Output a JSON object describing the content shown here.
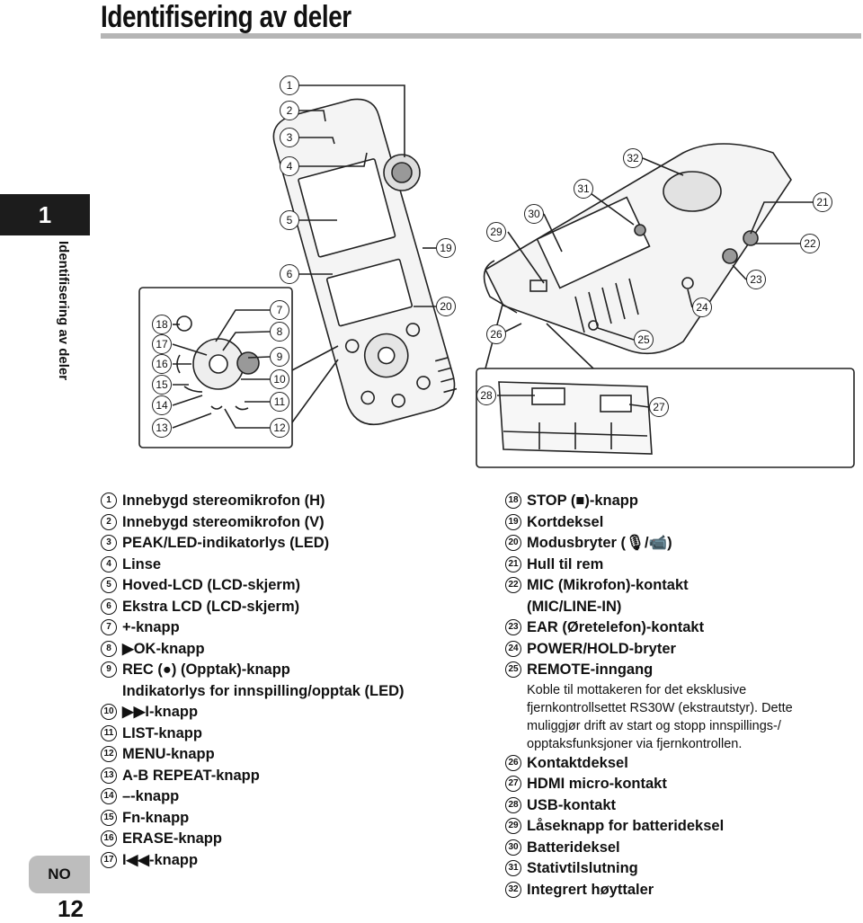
{
  "header": {
    "title": "Identifisering av deler"
  },
  "sidebar": {
    "chapter": "1",
    "chapter_title": "Identifisering av deler",
    "lang": "NO",
    "page": "12"
  },
  "callouts": [
    "1",
    "2",
    "3",
    "4",
    "5",
    "6",
    "7",
    "8",
    "9",
    "10",
    "11",
    "12",
    "13",
    "14",
    "15",
    "16",
    "17",
    "18",
    "19",
    "20",
    "21",
    "22",
    "23",
    "24",
    "25",
    "26",
    "27",
    "28",
    "29",
    "30",
    "31",
    "32"
  ],
  "parts_left": [
    {
      "num": "1",
      "label": "Innebygd stereomikrofon (H)"
    },
    {
      "num": "2",
      "label": "Innebygd stereomikrofon (V)"
    },
    {
      "num": "3",
      "label": "PEAK/LED-indikatorlys (LED)"
    },
    {
      "num": "4",
      "label": "Linse"
    },
    {
      "num": "5",
      "label": "Hoved-LCD (LCD-skjerm)"
    },
    {
      "num": "6",
      "label": "Ekstra LCD (LCD-skjerm)"
    },
    {
      "num": "7",
      "label": "+-knapp"
    },
    {
      "num": "8",
      "label": "▶OK-knapp"
    },
    {
      "num": "9",
      "label": "REC (●) (Opptak)-knapp"
    },
    {
      "num": "9b",
      "label": "Indikatorlys for innspilling/opptak (LED)"
    },
    {
      "num": "10",
      "label": "▶▶I-knapp"
    },
    {
      "num": "11",
      "label": "LIST-knapp"
    },
    {
      "num": "12",
      "label": "MENU-knapp"
    },
    {
      "num": "13",
      "label": "A-B REPEAT-knapp"
    },
    {
      "num": "14",
      "label": "–-knapp"
    },
    {
      "num": "15",
      "label": "Fn-knapp"
    },
    {
      "num": "16",
      "label": "ERASE-knapp"
    },
    {
      "num": "17",
      "label": "I◀◀-knapp"
    }
  ],
  "parts_right": [
    {
      "num": "18",
      "label": "STOP (■)-knapp"
    },
    {
      "num": "19",
      "label": "Kortdeksel"
    },
    {
      "num": "20",
      "label": "Modusbryter (🎙/📹)"
    },
    {
      "num": "21",
      "label": "Hull til rem"
    },
    {
      "num": "22",
      "label": "MIC (Mikrofon)-kontakt"
    },
    {
      "num": "22b",
      "label": "(MIC/LINE-IN)"
    },
    {
      "num": "23",
      "label": "EAR (Øretelefon)-kontakt"
    },
    {
      "num": "24",
      "label": "POWER/HOLD-bryter"
    },
    {
      "num": "25",
      "label": "REMOTE-inngang"
    },
    {
      "num": "25d1",
      "label": "Koble til mottakeren for det eksklusive"
    },
    {
      "num": "25d2",
      "label": "fjernkontrollsettet RS30W (ekstrautstyr). Dette"
    },
    {
      "num": "25d3",
      "label": "muliggjør drift av start og stopp innspillings-/"
    },
    {
      "num": "25d4",
      "label": "opptaksfunksjoner via fjernkontrollen."
    },
    {
      "num": "26",
      "label": "Kontaktdeksel"
    },
    {
      "num": "27",
      "label": "HDMI micro-kontakt"
    },
    {
      "num": "28",
      "label": "USB-kontakt"
    },
    {
      "num": "29",
      "label": "Låseknapp for batterideksel"
    },
    {
      "num": "30",
      "label": "Batterideksel"
    },
    {
      "num": "31",
      "label": "Stativtilslutning"
    },
    {
      "num": "32",
      "label": "Integrert høyttaler"
    }
  ]
}
